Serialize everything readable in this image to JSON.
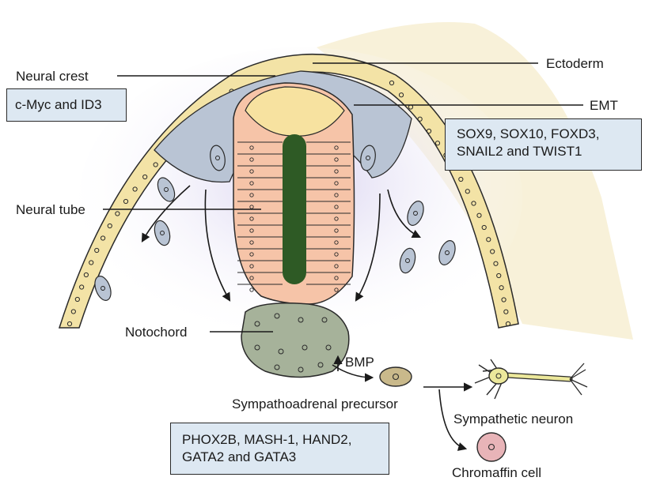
{
  "labels": {
    "neural_crest": "Neural crest",
    "ectoderm": "Ectoderm",
    "emt": "EMT",
    "neural_tube": "Neural tube",
    "notochord": "Notochord",
    "bmp": "BMP",
    "sympathoadrenal_precursor": "Sympathoadrenal precursor",
    "sympathetic_neuron": "Sympathetic neuron",
    "chromaffin_cell": "Chromaffin cell"
  },
  "boxes": {
    "neural_crest_markers": "c-Myc and ID3",
    "emt_markers": [
      "SOX9, SOX10, FOXD3,",
      "SNAIL2 and TWIST1"
    ],
    "sympathoadrenal_markers": [
      "PHOX2B, MASH-1, HAND2,",
      "GATA2 and GATA3"
    ]
  },
  "colors": {
    "ectoderm": "#f3e3a6",
    "mesoderm_background": "#f8f1d9",
    "neural_tube_cells": "#f6c4a8",
    "neural_tube_lumen": "#2e5a25",
    "neural_crest_cells": "#b9c4d4",
    "notochord": "#a6b29a",
    "neural_fold_tip_cells": "#f7e2a0",
    "inner_glow": "#e8e4f4",
    "precursor_cell": "#c9b98b",
    "neuron": "#ece89b",
    "chromaffin": "#e8b4b8",
    "marker_box": "#dde8f2"
  },
  "icons": [
    "arrow-up-icon"
  ]
}
